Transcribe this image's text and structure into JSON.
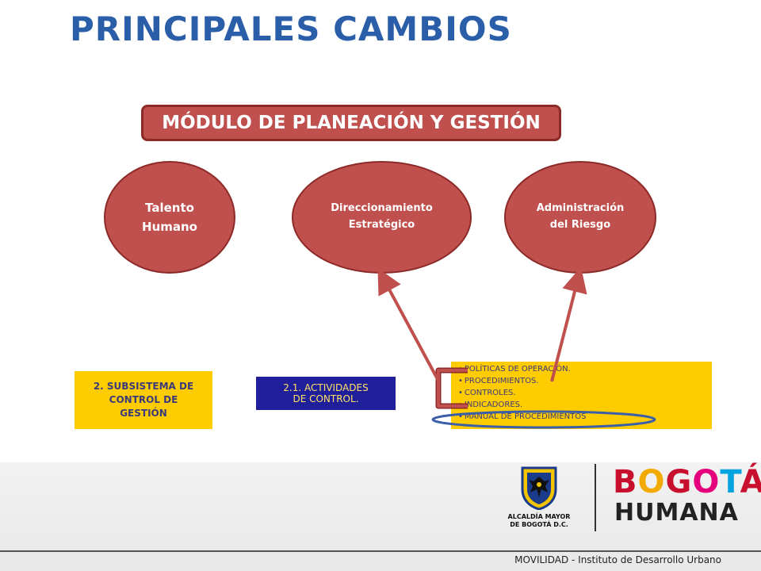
{
  "title": "PRINCIPALES CAMBIOS",
  "module": "MÓDULO DE PLANEACIÓN Y GESTIÓN",
  "ellipses": [
    {
      "line1": "Talento",
      "line2": "Humano"
    },
    {
      "line1": "Direccionamiento",
      "line2": "Estratégico"
    },
    {
      "line1": "Administración",
      "line2": "del Riesgo"
    }
  ],
  "subsystem": {
    "line1": "2. SUBSISTEMA DE",
    "line2": "CONTROL DE",
    "line3": "GESTIÓN"
  },
  "activities": {
    "line1": "2.1. ACTIVIDADES",
    "line2": "DE CONTROL."
  },
  "list_items": [
    "POLÍTICAS DE OPERACIÓN.",
    "PROCEDIMIENTOS.",
    "CONTROLES.",
    "INDICADORES.",
    "MANUAL DE PROCEDIMIENTOS"
  ],
  "colors": {
    "title": "#2a5ea8",
    "shape_fill": "#c0504d",
    "shape_border": "#8c2a28",
    "yellow": "#ffcc00",
    "navy": "#1f1f9c",
    "highlight_ring": "#3a5fa8"
  },
  "footer": {
    "alcaldia_line1": "ALCALDÍA MAYOR",
    "alcaldia_line2": "DE BOGOTÁ D.C.",
    "brand_letters": [
      {
        "ch": "B",
        "color": "#c8102e"
      },
      {
        "ch": "O",
        "color": "#f2a900"
      },
      {
        "ch": "G",
        "color": "#c8102e"
      },
      {
        "ch": "O",
        "color": "#e4007c"
      },
      {
        "ch": "T",
        "color": "#00a3e0"
      },
      {
        "ch": "Á",
        "color": "#c8102e"
      }
    ],
    "brand_line2": "HUMANA",
    "caption": "MOVILIDAD - Instituto de Desarrollo Urbano"
  }
}
